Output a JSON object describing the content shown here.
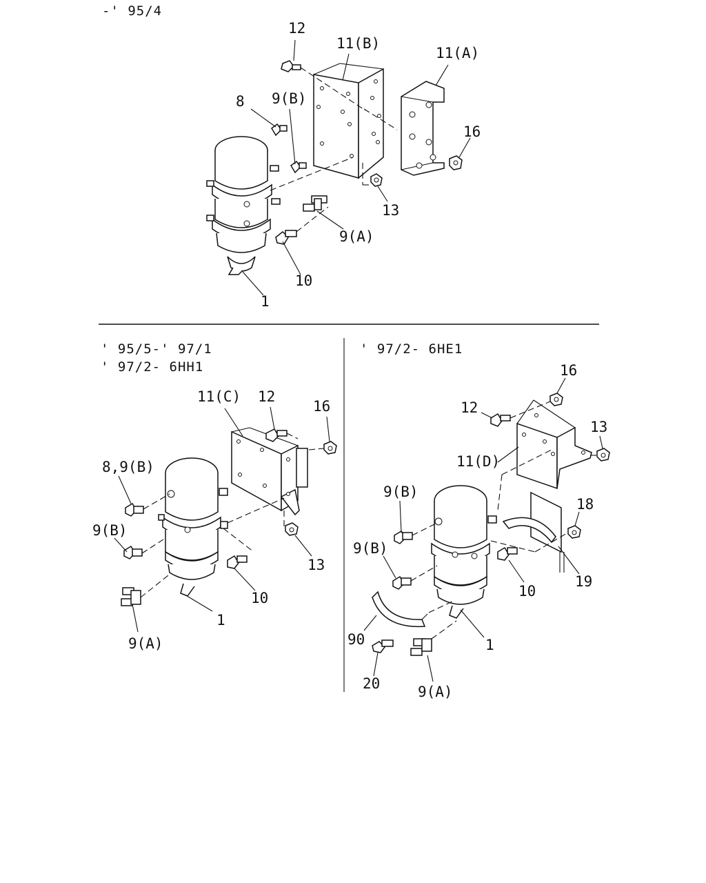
{
  "sections": [
    {
      "id": "top",
      "header": [
        "-' 95/4"
      ]
    },
    {
      "id": "bottom-left",
      "header": [
        "' 95/5-' 97/1",
        "' 97/2- 6HH1"
      ]
    },
    {
      "id": "bottom-right",
      "header": [
        "' 97/2- 6HE1"
      ]
    }
  ],
  "callouts": {
    "top": [
      "12",
      "11(B)",
      "11(A)",
      "8",
      "9(B)",
      "16",
      "13",
      "9(A)",
      "10",
      "1"
    ],
    "bottom_left": [
      "11(C)",
      "12",
      "16",
      "8,9(B)",
      "9(B)",
      "13",
      "10",
      "1",
      "9(A)"
    ],
    "bottom_right": [
      "16",
      "12",
      "13",
      "11(D)",
      "9(B)",
      "18",
      "9(B)",
      "10",
      "19",
      "90",
      "1",
      "20",
      "9(A)"
    ]
  }
}
